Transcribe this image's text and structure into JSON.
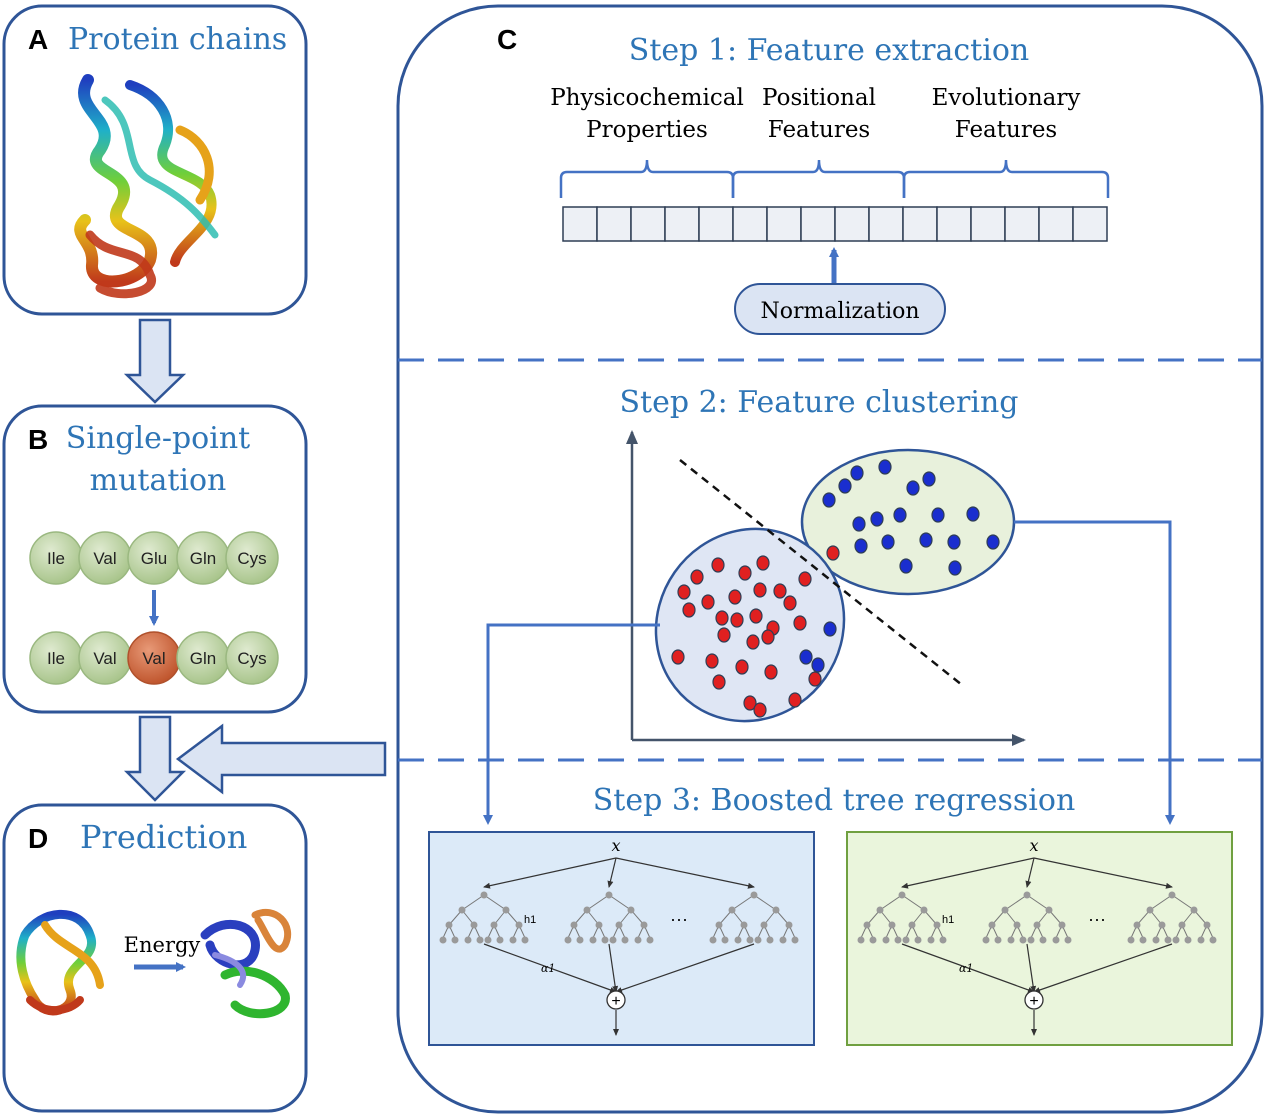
{
  "panels": {
    "a": {
      "letter": "A",
      "title": "Protein chains"
    },
    "b": {
      "letter": "B",
      "title_line1": "Single-point",
      "title_line2": "mutation",
      "original_residues": [
        "Ile",
        "Val",
        "Glu",
        "Gln",
        "Cys"
      ],
      "mutated_residues": [
        "Ile",
        "Val",
        "Val",
        "Gln",
        "Cys"
      ]
    },
    "c": {
      "letter": "C",
      "step1": {
        "title": "Step 1: Feature extraction",
        "groups": [
          {
            "line1": "Physicochemical",
            "line2": "Properties"
          },
          {
            "line1": "Positional",
            "line2": "Features"
          },
          {
            "line1": "Evolutionary",
            "line2": "Features"
          }
        ],
        "normalization": "Normalization"
      },
      "step2": {
        "title": "Step 2: Feature clustering"
      },
      "step3": {
        "title": "Step 3: Boosted tree regression",
        "tree_input": "x",
        "tree_sub_label": "h1",
        "tree_weight": "α1",
        "ellipsis": "···",
        "sum": "+"
      }
    },
    "d": {
      "letter": "D",
      "title": "Prediction",
      "energy": "Energy"
    }
  },
  "colors": {
    "panel_border": "#2f5597",
    "title_blue": "#2e75b6",
    "arrow_fill": "#dbe4f3",
    "red_point": "#e02020",
    "blue_point": "#1a2ecf",
    "cluster1_fill": "#dfe6f4",
    "cluster2_fill": "#e8f1dc",
    "tree_box1": "#dceaf8",
    "tree_box2": "#eaf5dc",
    "residue": "#c6dab0",
    "mutant_residue": "#d4754f"
  }
}
